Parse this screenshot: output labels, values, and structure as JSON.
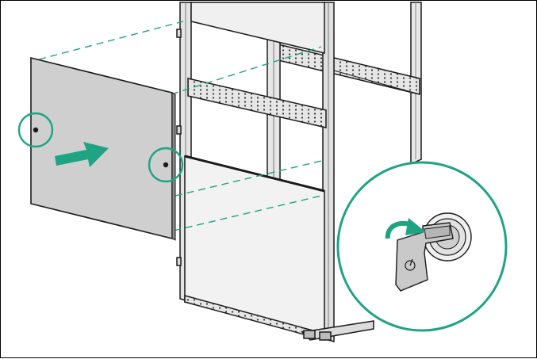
{
  "figure": {
    "colors": {
      "outline": "#1a1a1a",
      "panel_fill": "#cfcfcf",
      "rack_fill": "#f2f2f2",
      "rack_dark": "#9a9a9a",
      "callout": "#1ea383",
      "arrow": "#1ea383",
      "key_fill": "#c9c9c9",
      "background": "#ffffff"
    },
    "icons": [
      "side-panel",
      "install-direction-arrow",
      "key-lock-callout",
      "rotate-arrow-icon"
    ]
  }
}
